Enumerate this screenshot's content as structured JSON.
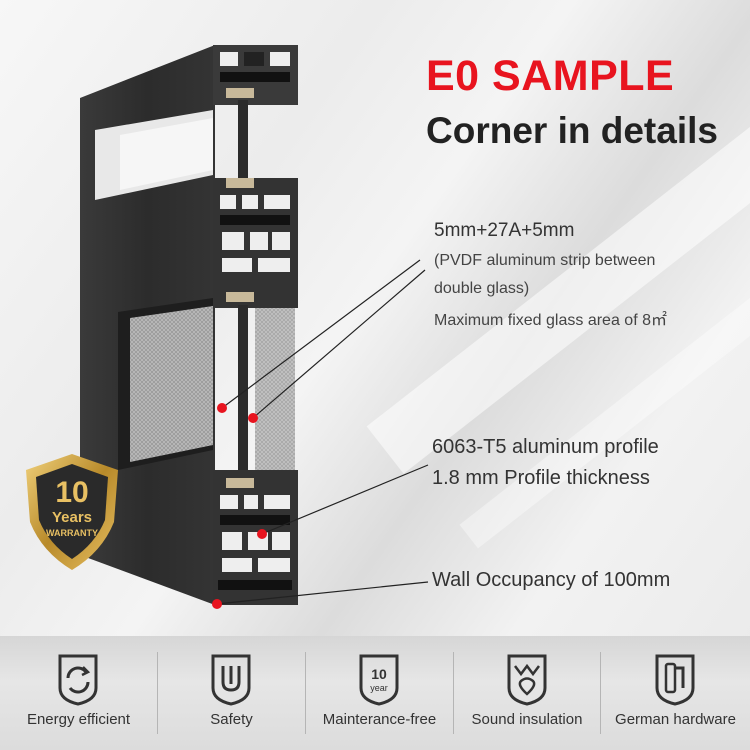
{
  "heading": {
    "line1": "E0 SAMPLE",
    "line2": "Corner in details"
  },
  "annotations": {
    "glass": {
      "title": "5mm+27A+5mm",
      "line2": "(PVDF aluminum strip between",
      "line3": "double glass)",
      "line4": "Maximum fixed glass area of 8㎡"
    },
    "profile": {
      "line1": "6063-T5 aluminum profile",
      "line2": "1.8 mm Profile thickness"
    },
    "wall": {
      "line1": "Wall Occupancy of 100mm"
    }
  },
  "badge": {
    "number": "10",
    "word": "Years",
    "sub": "WARRANTY"
  },
  "features": [
    {
      "label": "Energy efficient",
      "icon": "energy-cycle-icon"
    },
    {
      "label": "Safety",
      "icon": "shield-safety-icon"
    },
    {
      "label": "Mainterance-free",
      "icon": "ten-year-icon",
      "icon_number": "10",
      "icon_word": "year"
    },
    {
      "label": "Sound insulation",
      "icon": "sound-shield-icon"
    },
    {
      "label": "German hardware",
      "icon": "handle-hardware-icon"
    }
  ],
  "colors": {
    "accent_red": "#e8141f",
    "frame_dark": "#2b2b2b",
    "badge_gold": "#c9a03a"
  }
}
